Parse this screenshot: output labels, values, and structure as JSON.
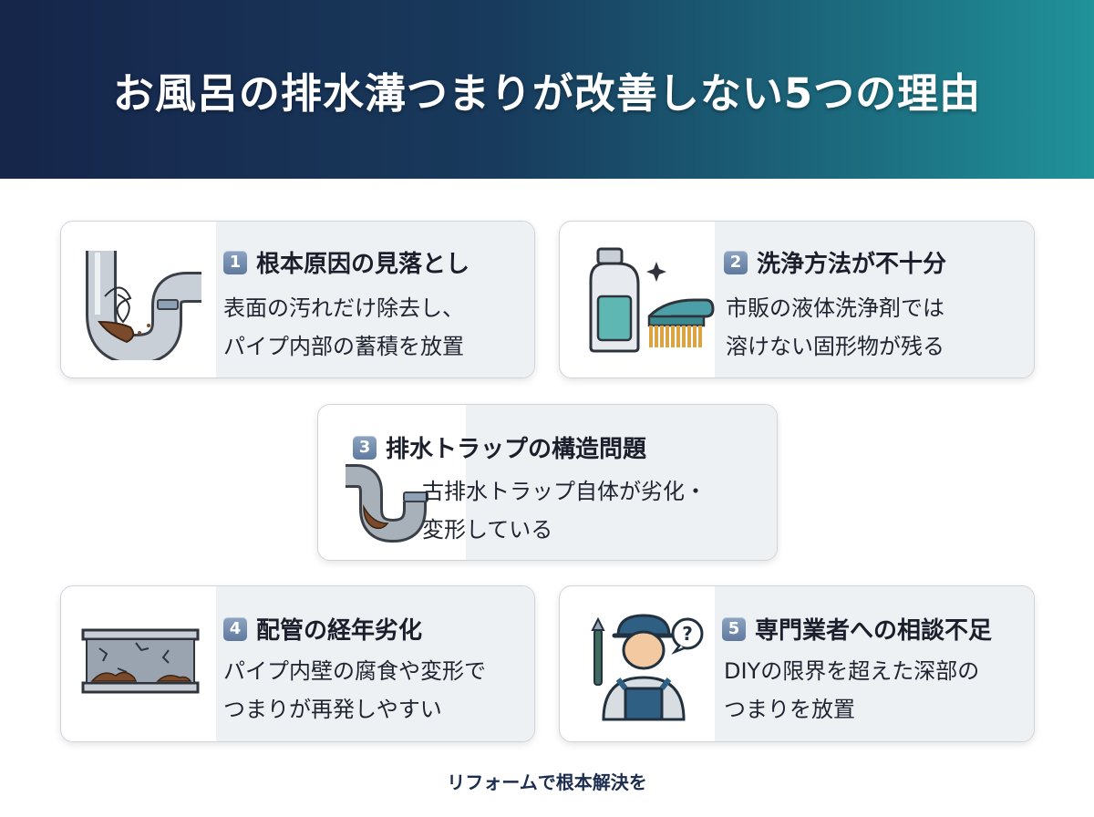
{
  "header": {
    "title": "お風呂の排水溝つまりが改善しない5つの理由"
  },
  "cards": [
    {
      "number": "1",
      "title": "根本原因の見落とし",
      "lines": [
        "表面の汚れだけ除去し、",
        "パイプ内部の蓄積を放置"
      ],
      "icon": "clogged-pipe-icon"
    },
    {
      "number": "2",
      "title": "洗浄方法が不十分",
      "lines": [
        "市販の液体洗浄剤では",
        "溶けない固形物が残る"
      ],
      "icon": "cleaner-bottle-and-brush-icon"
    },
    {
      "number": "3",
      "title": "排水トラップの構造問題",
      "lines": [
        "古排水トラップ自体が劣化・",
        "変形している"
      ],
      "icon": "drain-trap-icon"
    },
    {
      "number": "4",
      "title": "配管の経年劣化",
      "lines": [
        "パイプ内壁の腐食や変形で",
        "つまりが再発しやすい"
      ],
      "icon": "corroded-pipe-icon"
    },
    {
      "number": "5",
      "title": "専門業者への相談不足",
      "lines": [
        "DIYの限界を超えた深部の",
        "つまりを放置"
      ],
      "icon": "plumber-icon"
    }
  ],
  "footer": {
    "text": "リフォームで根本解決を"
  },
  "colors": {
    "header_start": "#16254a",
    "header_end": "#20929a",
    "badge": "#6f89ad",
    "card_shade": "#eef1f4"
  }
}
